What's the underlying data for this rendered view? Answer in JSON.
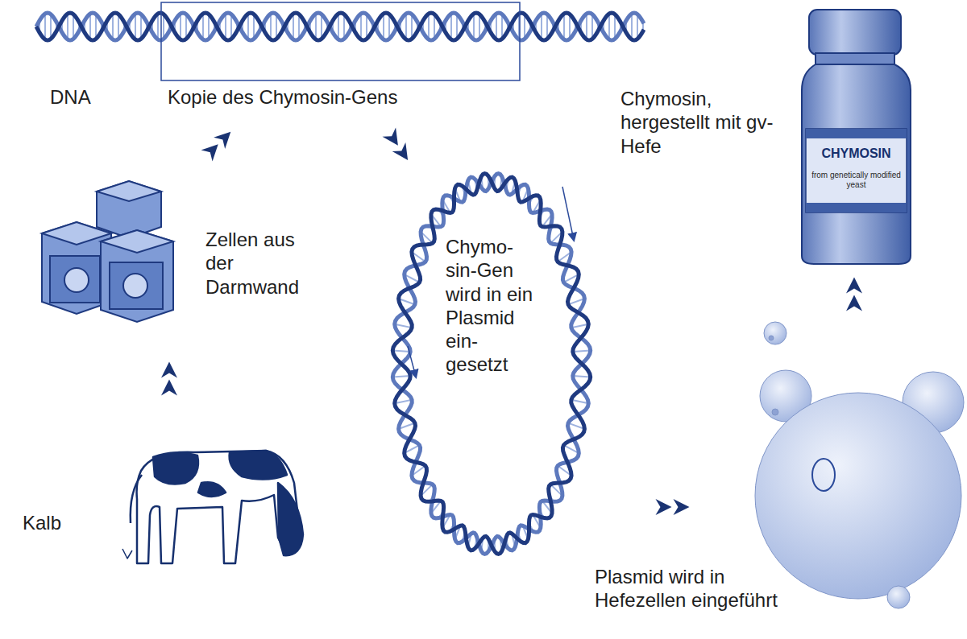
{
  "diagram": {
    "nodes": [
      {
        "text": [
          "Kalb"
        ]
      },
      {
        "text": [
          "Zellen aus der Darmwand"
        ]
      },
      {
        "text": [
          "DNA",
          "Kopie des Chymosin-Gens"
        ]
      },
      {
        "text": [
          "Chymo- sin-Gen wird in ein Plasmid ein- gesetzt"
        ]
      },
      {
        "text": [
          "Plasmid wird in Hefezellen eingeführt"
        ]
      },
      {
        "text": [
          "Chymosin, hergestellt mit gv-Hefe",
          "CHYMOSIN",
          "from genetically modified yeast"
        ]
      }
    ],
    "edges": [
      {
        "from": 0,
        "to": 1,
        "arrow": "to"
      },
      {
        "from": 1,
        "to": 2,
        "arrow": "to"
      },
      {
        "from": 2,
        "to": 3,
        "arrow": "to"
      },
      {
        "from": 3,
        "to": 4,
        "arrow": "to"
      },
      {
        "from": 4,
        "to": 5,
        "arrow": "to"
      }
    ]
  }
}
